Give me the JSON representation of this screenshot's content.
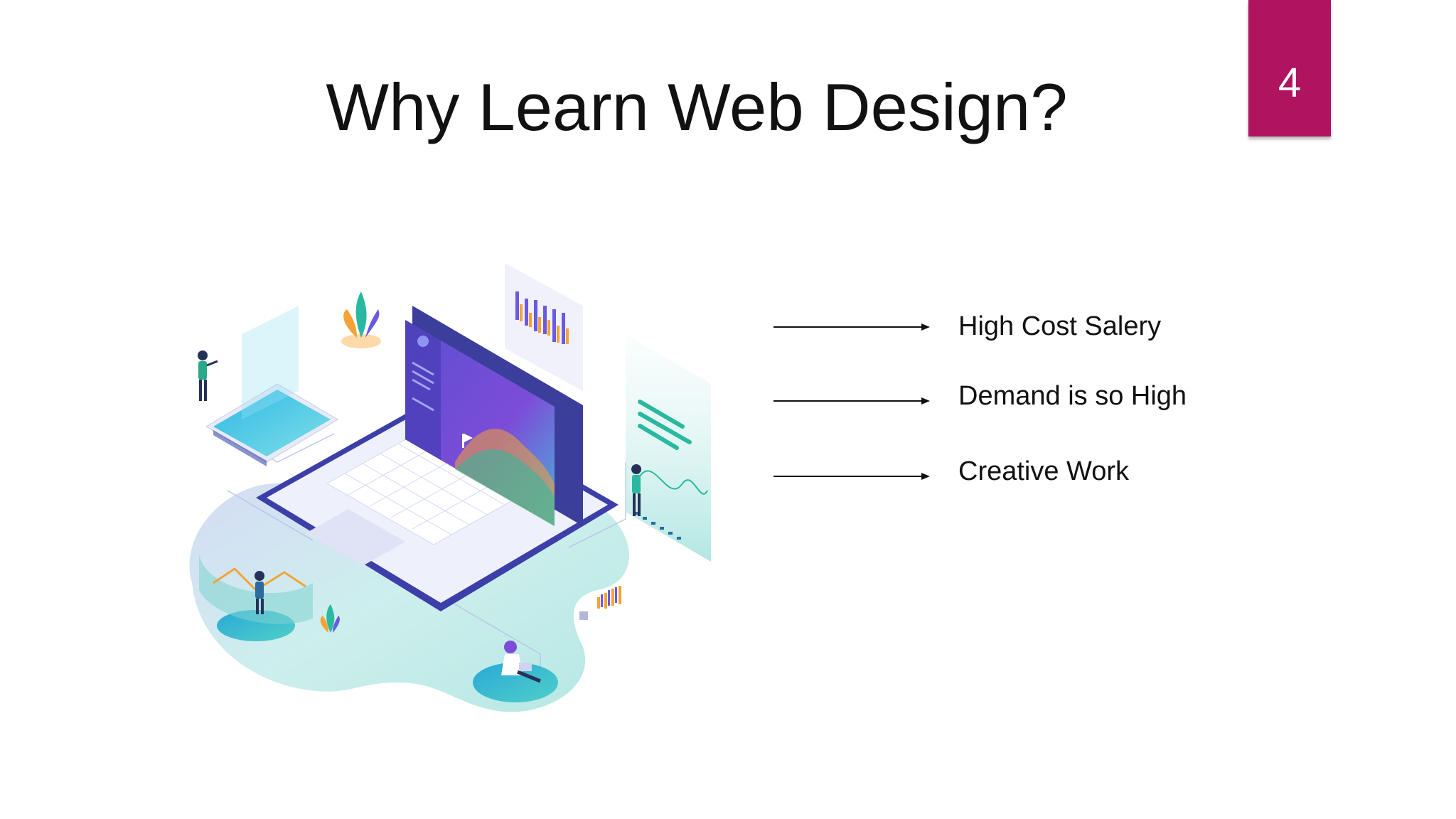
{
  "slide": {
    "title": "Why Learn Web Design?",
    "page_number": "4",
    "accent_color": "#b0135f"
  },
  "illustration": {
    "icon": "laptop-web-design-illustration"
  },
  "bullets": [
    {
      "label": "High Cost Salery"
    },
    {
      "label": "Demand is so High"
    },
    {
      "label": "Creative Work"
    }
  ]
}
